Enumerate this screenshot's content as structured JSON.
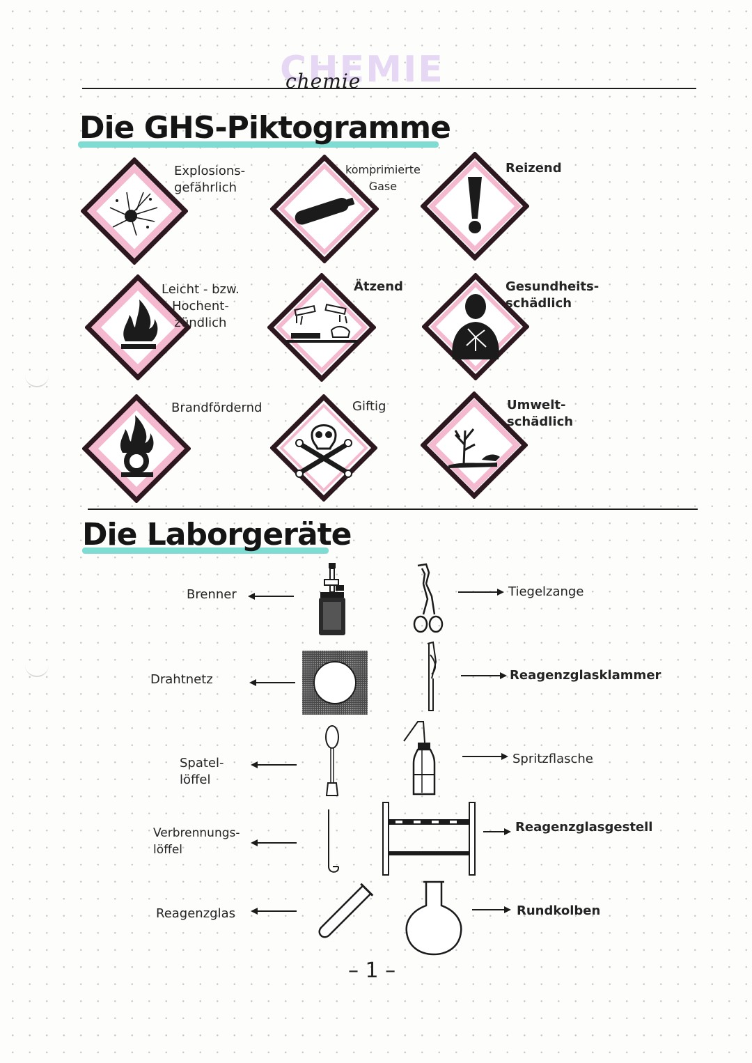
{
  "header": {
    "subject_ghost": "CHEMIE",
    "subject": "chemie"
  },
  "section_ghs": {
    "title": "Die GHS-Piktogramme",
    "pictograms": [
      {
        "label": "Explosions-\ngefährlich",
        "icon": "exploding-bomb-icon"
      },
      {
        "label": "komprimierte\nGase",
        "icon": "gas-cylinder-icon"
      },
      {
        "label": "Reizend",
        "icon": "exclamation-mark-icon"
      },
      {
        "label": "Leicht - bzw.\nHochent-\nzündlich",
        "icon": "flame-icon"
      },
      {
        "label": "Ätzend",
        "icon": "corrosion-icon"
      },
      {
        "label": "Gesundheits-\nschädlich",
        "icon": "health-hazard-icon"
      },
      {
        "label": "Brandfördernd",
        "icon": "flame-over-circle-icon"
      },
      {
        "label": "Giftig",
        "icon": "skull-crossbones-icon"
      },
      {
        "label": "Umwelt-\nschädlich",
        "icon": "environment-icon"
      }
    ]
  },
  "section_lab": {
    "title": "Die Laborgeräte",
    "left_tools": [
      {
        "label": "Brenner",
        "icon": "burner-icon"
      },
      {
        "label": "Drahtnetz",
        "icon": "wire-gauze-icon"
      },
      {
        "label": "Spatel-\nlöffel",
        "icon": "spatula-icon"
      },
      {
        "label": "Verbrennungs-\nlöffel",
        "icon": "deflagrating-spoon-icon"
      },
      {
        "label": "Reagenzglas",
        "icon": "test-tube-icon"
      }
    ],
    "right_tools": [
      {
        "label": "Tiegelzange",
        "icon": "crucible-tongs-icon"
      },
      {
        "label": "Reagenzglasklammer",
        "icon": "test-tube-clamp-icon"
      },
      {
        "label": "Spritzflasche",
        "icon": "wash-bottle-icon"
      },
      {
        "label": "Reagenzglasgestell",
        "icon": "test-tube-rack-icon"
      },
      {
        "label": "Rundkolben",
        "icon": "round-flask-icon"
      }
    ]
  },
  "footer": {
    "page_number": "– 1 –"
  },
  "colors": {
    "pink": "#f4b9cf",
    "teal": "#7fdcd3",
    "lavender": "#e6d8f5",
    "ink": "#1b1b1b",
    "diamond_border": "#3a1c24"
  }
}
